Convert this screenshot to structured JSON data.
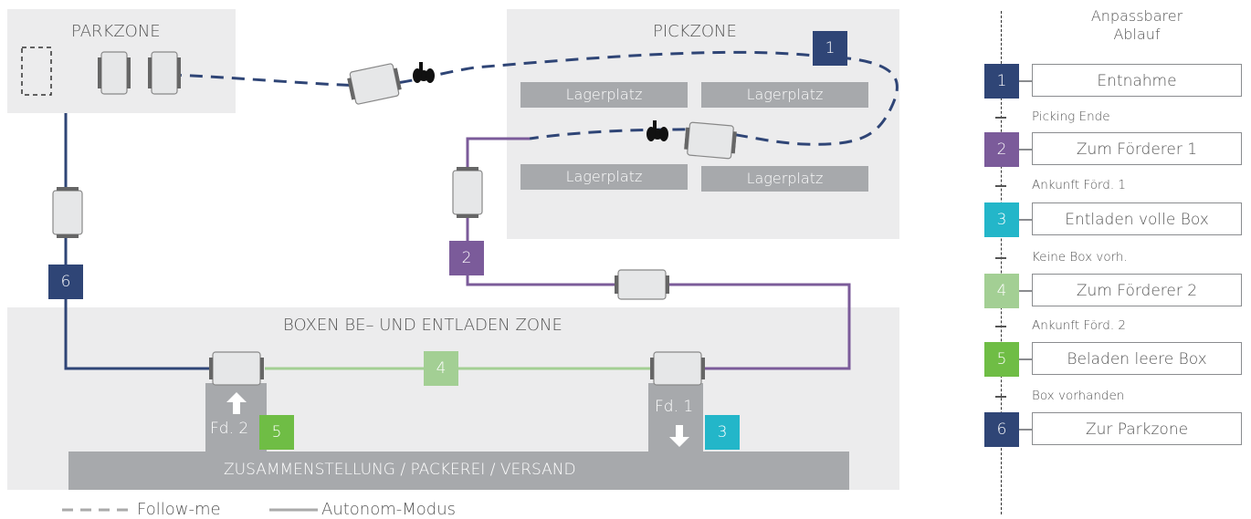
{
  "zones": {
    "parkzone": "PARKZONE",
    "pickzone": "PICKZONE",
    "boxen": "BOXEN BE– UND ENTLADEN ZONE"
  },
  "storage": [
    "Lagerplatz",
    "Lagerplatz",
    "Lagerplatz",
    "Lagerplatz"
  ],
  "markers": {
    "m1": "1",
    "m2": "2",
    "m3": "3",
    "m4": "4",
    "m5": "5",
    "m6": "6"
  },
  "stations": {
    "fd2": "Fd. 2",
    "fd1": "Fd. 1"
  },
  "ground_label": "ZUSAMMENSTELLUNG / PACKEREI / VERSAND",
  "legend": {
    "follow_me": "Follow-me",
    "autonom": "Autonom-Modus"
  },
  "flow": {
    "title_line1": "Anpassbarer",
    "title_line2": "Ablauf",
    "steps": [
      {
        "num": "1",
        "label": "Entnahme"
      },
      {
        "num": "2",
        "label": "Zum Förderer 1"
      },
      {
        "num": "3",
        "label": "Entladen volle Box"
      },
      {
        "num": "4",
        "label": "Zum Förderer 2"
      },
      {
        "num": "5",
        "label": "Beladen leere Box"
      },
      {
        "num": "6",
        "label": "Zur Parkzone"
      }
    ],
    "transitions": [
      "Picking Ende",
      "Ankunft Förd. 1",
      "Keine Box vorh.",
      "Ankunft Förd. 2",
      "Box vorhanden"
    ]
  },
  "colors": {
    "step1": "#2f4576",
    "step2": "#7b5b9a",
    "step3": "#23b6c9",
    "step4": "#a3cf94",
    "step5": "#6fbd45",
    "step6": "#2f4576",
    "zone_bg": "#ececed",
    "storage": "#a7a9ac"
  },
  "icons": [
    "robot-cart-icon",
    "person-icon",
    "arrow-up-icon",
    "arrow-down-icon"
  ]
}
